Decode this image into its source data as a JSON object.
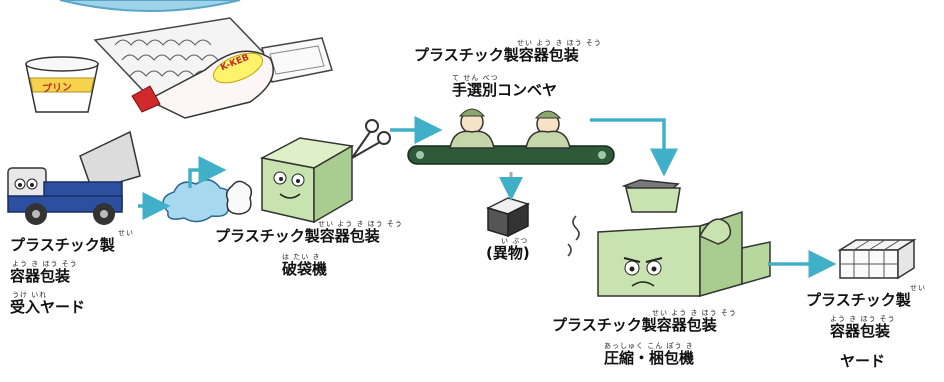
{
  "labels": {
    "yard_in": {
      "l1": "プラスチック製",
      "l2": "容器包装",
      "l3": "受入ヤード",
      "r1": "せい",
      "r2": "よう き ほう そう",
      "r3": "うけ いれ"
    },
    "bag_breaker": {
      "l1": "プラスチック製容器包装",
      "l2": "破袋機",
      "r1": "せい よう き ほう そう",
      "r2": "は たい き"
    },
    "conveyor": {
      "l1": "プラスチック製容器包装",
      "l2": "手選別コンベヤ",
      "r1": "せい よう き ほう そう",
      "r2": "て せん べつ"
    },
    "foreign": {
      "l1": "(異物)",
      "r1": "い ぶつ"
    },
    "compressor": {
      "l1": "プラスチック製容器包装",
      "l2": "圧縮・梱包機",
      "r1": "せい よう き ほう そう",
      "r2": "あっしゅく こん ぽう き"
    },
    "yard_out": {
      "l1": "プラスチック製",
      "l2": "容器包装",
      "l3": "ヤード",
      "r1": "せい",
      "r2": "よう き ほう そう"
    }
  },
  "illustration_text": {
    "pudding_cup": "プリン",
    "bottle_label": "K-KEB"
  },
  "colors": {
    "arrow": "#40b0c8",
    "machine_green": "#c8e3b0",
    "machine_dark": "#6c8a5c",
    "belt": "#2e5a3a",
    "truck_body": "#2d4fa0",
    "sky": "#9fd3ea"
  }
}
